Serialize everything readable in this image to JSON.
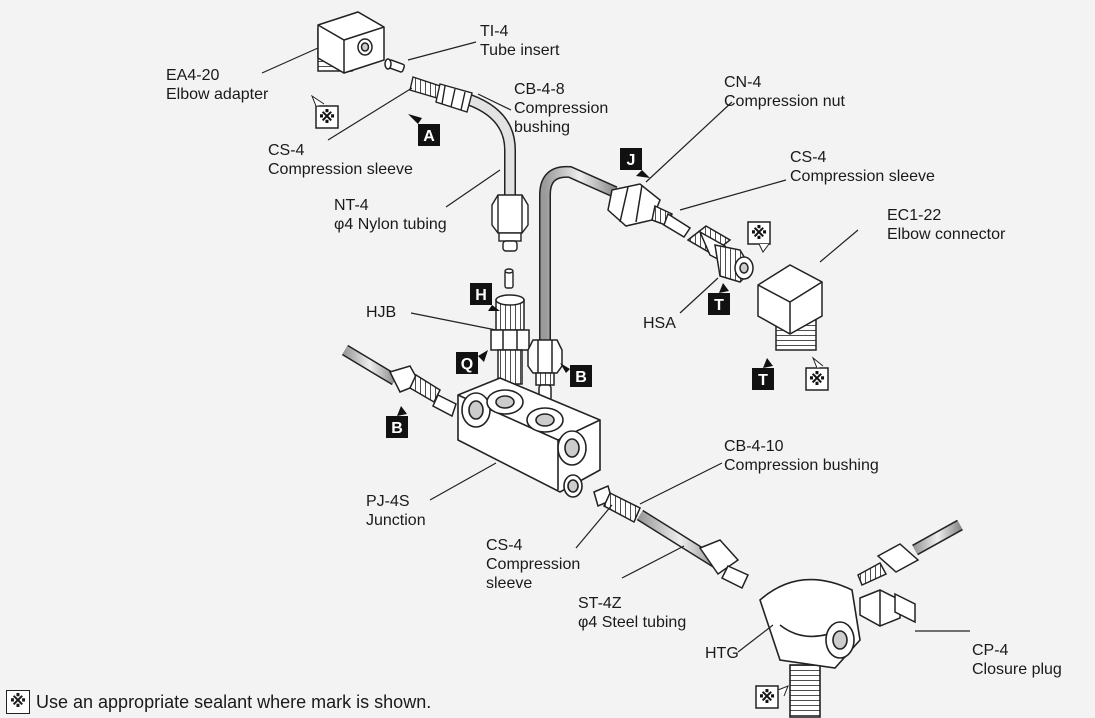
{
  "labels": {
    "ti4": {
      "code": "TI-4",
      "name": "Tube insert"
    },
    "ea4": {
      "code": "EA4-20",
      "name": "Elbow adapter"
    },
    "cb48": {
      "code": "CB-4-8",
      "name1": "Compression",
      "name2": "bushing"
    },
    "cs4a": {
      "code": "CS-4",
      "name": "Compression sleeve"
    },
    "cn4": {
      "code": "CN-4",
      "name": "Compression nut"
    },
    "cs4b": {
      "code": "CS-4",
      "name": "Compression sleeve"
    },
    "nt4": {
      "code": "NT-4",
      "name": "φ4 Nylon tubing"
    },
    "ec1": {
      "code": "EC1-22",
      "name": "Elbow connector"
    },
    "hjb": {
      "code": "HJB"
    },
    "hsa": {
      "code": "HSA"
    },
    "cb410": {
      "code": "CB-4-10",
      "name": "Compression bushing"
    },
    "pj4s": {
      "code": "PJ-4S",
      "name": "Junction"
    },
    "cs4c": {
      "code": "CS-4",
      "name1": "Compression",
      "name2": "sleeve"
    },
    "st4z": {
      "code": "ST-4Z",
      "name": "φ4 Steel tubing"
    },
    "htg": {
      "code": "HTG"
    },
    "cp4": {
      "code": "CP-4",
      "name": "Closure plug"
    }
  },
  "tags": {
    "a": "A",
    "j": "J",
    "h": "H",
    "t": "T",
    "q": "Q",
    "b": "B"
  },
  "mark_symbol": "※",
  "footer_text": "Use an appropriate sealant where mark is shown.",
  "colors": {
    "background": "#f3f3f3",
    "part_fill": "#ffffff",
    "tag_fill": "#111111",
    "line": "#222222"
  }
}
